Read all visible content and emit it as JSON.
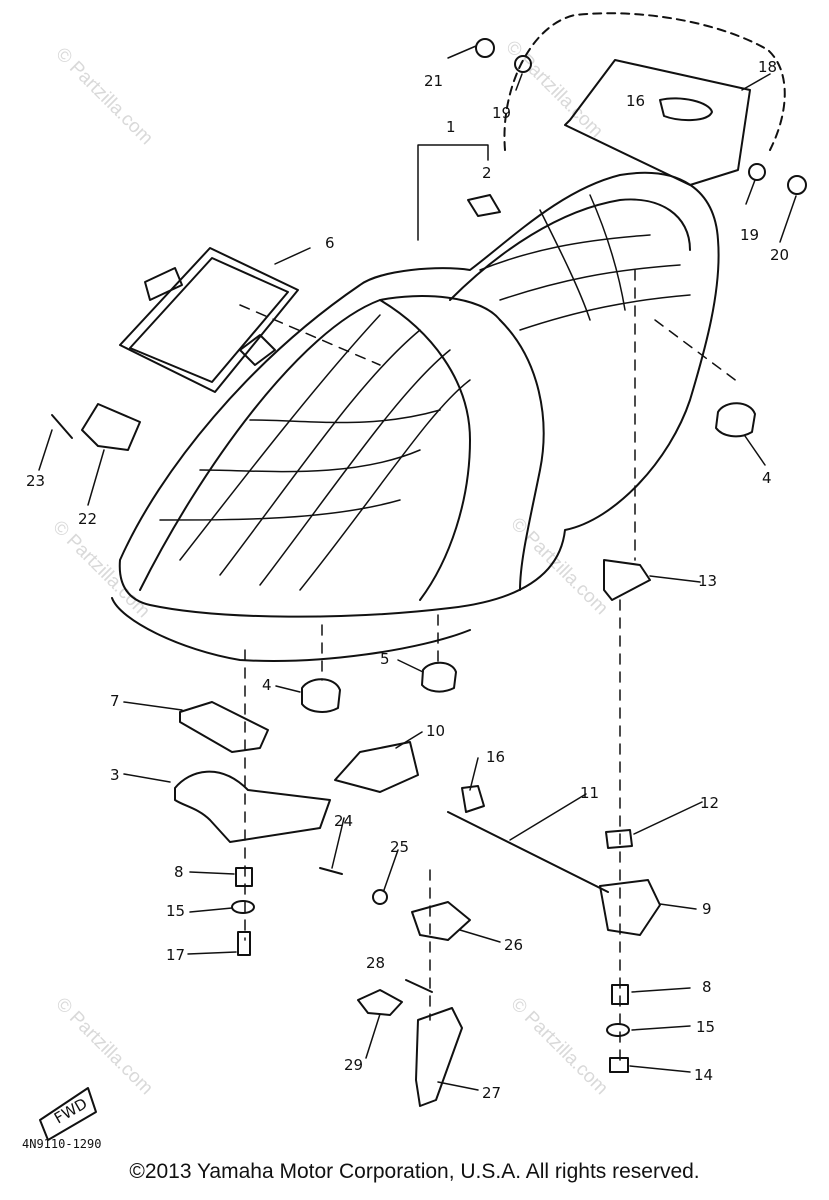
{
  "part_labels": [
    "1",
    "2",
    "3",
    "4",
    "4",
    "5",
    "6",
    "7",
    "8",
    "8",
    "9",
    "10",
    "11",
    "12",
    "13",
    "14",
    "15",
    "15",
    "16",
    "16",
    "17",
    "18",
    "19",
    "19",
    "20",
    "21",
    "22",
    "23",
    "24",
    "25",
    "26",
    "27",
    "28",
    "29"
  ],
  "watermarks": [
    "© Partzilla.com",
    "© Partzilla.com",
    "© Partzilla.com",
    "© Partzilla.com",
    "© Partzilla.com",
    "© Partzilla.com"
  ],
  "front_arrow_label": "FWD",
  "drawing_code": "4N9110-1290",
  "copyright": "©2013 Yamaha Motor Corporation, U.S.A. All rights reserved."
}
